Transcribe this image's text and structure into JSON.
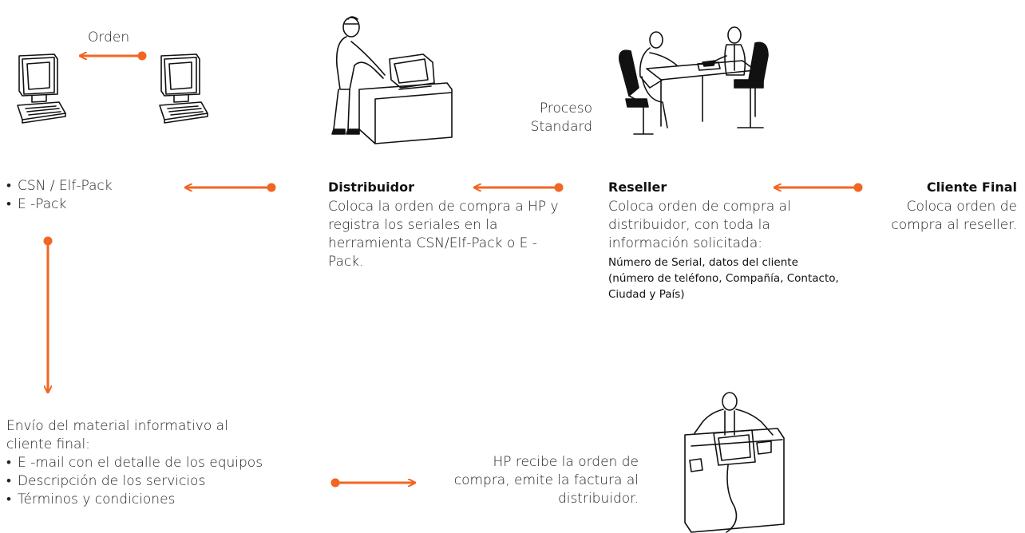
{
  "colors": {
    "accent": "#f26522",
    "text": "#222222"
  },
  "top": {
    "orden_label": "Orden",
    "proceso_label": "Proceso\nStandard"
  },
  "packs": {
    "items": [
      "CSN / Elf-Pack",
      "E -Pack"
    ]
  },
  "distribuidor": {
    "title": "Distribuidor",
    "body": "Coloca la orden de compra a HP y registra los seriales en la herramienta CSN/Elf-Pack o E -Pack."
  },
  "reseller": {
    "title": "Reseller",
    "body": "Coloca orden de compra al distribuidor, con toda la información solicitada:",
    "detail": "Número de Serial, datos del cliente (número de teléfono, Compañía, Contacto, Ciudad y País)"
  },
  "cliente_final": {
    "title": "Cliente Final",
    "body": "Coloca orden de compra al reseller."
  },
  "envio": {
    "intro": "Envío del material informativo al cliente final:",
    "items": [
      "E -mail con el detalle de los equipos",
      "Descripción de los servicios",
      "Términos y condiciones"
    ]
  },
  "hp": {
    "body": "HP recibe la orden de compra, emite la factura al distribuidor."
  },
  "icons": [
    "computer-icon",
    "computer-icon",
    "distributor-worker-illustration",
    "reseller-meeting-illustration",
    "hp-worker-illustration"
  ]
}
